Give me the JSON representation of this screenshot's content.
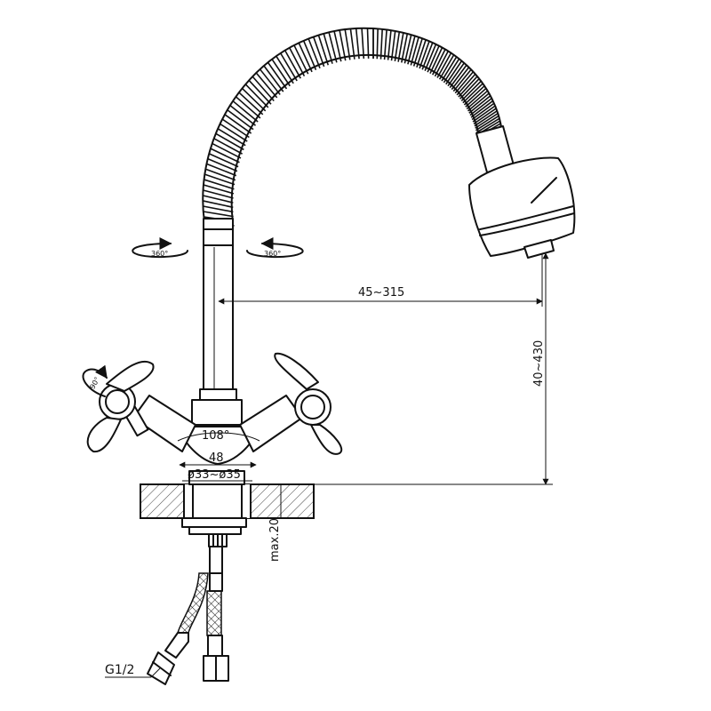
{
  "labels": {
    "rotation_left": "360°",
    "rotation_right": "360°",
    "handle_rotation": "90°",
    "reach": "45~315",
    "height": "40~430",
    "handle_angle": "108°",
    "spacing": "48",
    "diameter": "ø33~ø35",
    "thickness": "max.20",
    "thread": "G1/2"
  }
}
